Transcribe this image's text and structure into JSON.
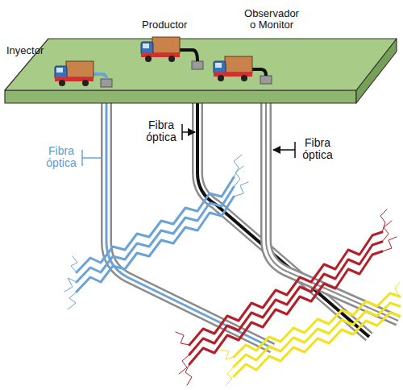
{
  "diagram": {
    "labels": [
      "Inyector",
      "Productor",
      "Observador o Monitor",
      "Fibra óptica",
      "Fibra óptica",
      "Fibra óptica"
    ]
  }
}
